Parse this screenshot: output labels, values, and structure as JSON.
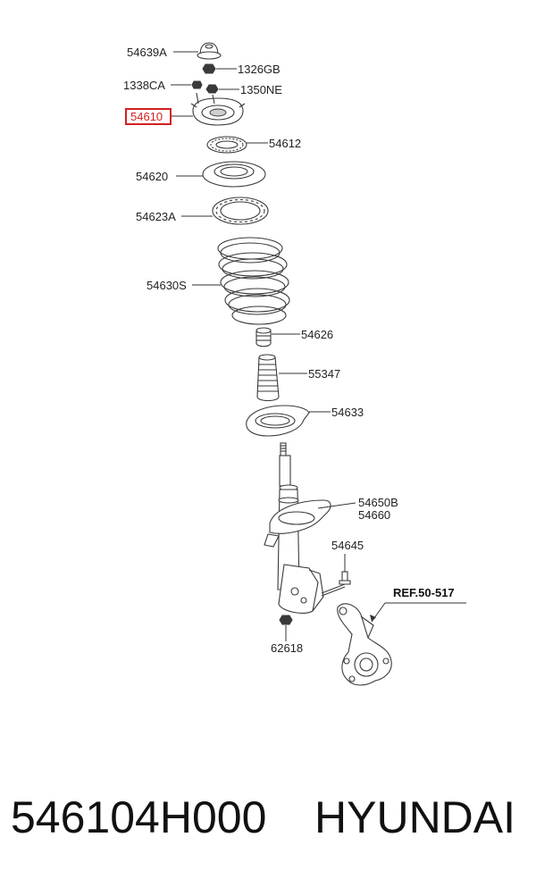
{
  "labels": {
    "l54639a": "54639A",
    "l1326gb": "1326GB",
    "l1338ca": "1338CA",
    "l1350ne": "1350NE",
    "l54610": "54610",
    "l54612": "54612",
    "l54620": "54620",
    "l54623a": "54623A",
    "l54630s": "54630S",
    "l54626": "54626",
    "l55347": "55347",
    "l54633": "54633",
    "l54650b": "54650B",
    "l54660": "54660",
    "l54645": "54645",
    "l62618": "62618",
    "ref": "REF.50-517"
  },
  "highlight_color": "#d42020",
  "caption": {
    "part_number": "546104H000",
    "brand": "HYUNDAI"
  }
}
